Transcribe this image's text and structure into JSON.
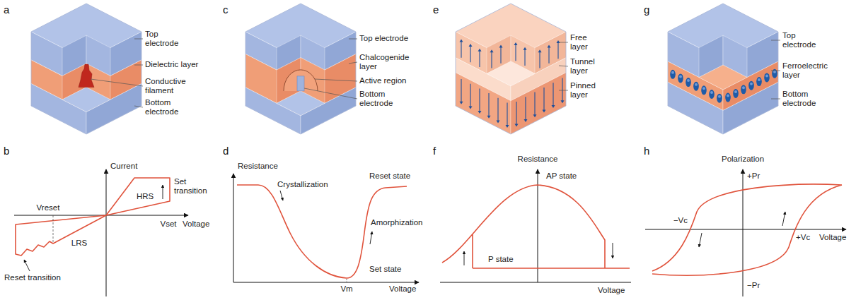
{
  "diagram": {
    "labels": [
      "a",
      "Top electrode",
      "Dielectric layer",
      "Conductive filament",
      "Bottom electrode",
      "c",
      "Top electrode",
      "Chalcogenide layer",
      "Active region",
      "Bottom electrode",
      "e",
      "Free layer",
      "Tunnel layer",
      "Pinned layer",
      "g",
      "Top electrode",
      "Ferroelectric layer",
      "Bottom electrode",
      "b",
      "Current",
      "Set transition",
      "HRS",
      "Vreset",
      "Vset",
      "Voltage",
      "LRS",
      "Reset transition",
      "d",
      "Resistance",
      "Crystallization",
      "Reset state",
      "Amorphization",
      "Set state",
      "Vm",
      "Voltage",
      "f",
      "Resistance",
      "AP state",
      "P state",
      "Voltage",
      "h",
      "Polarization",
      "+Pr",
      "−Vc",
      "+Vc",
      "−Pr",
      "Voltage"
    ]
  }
}
